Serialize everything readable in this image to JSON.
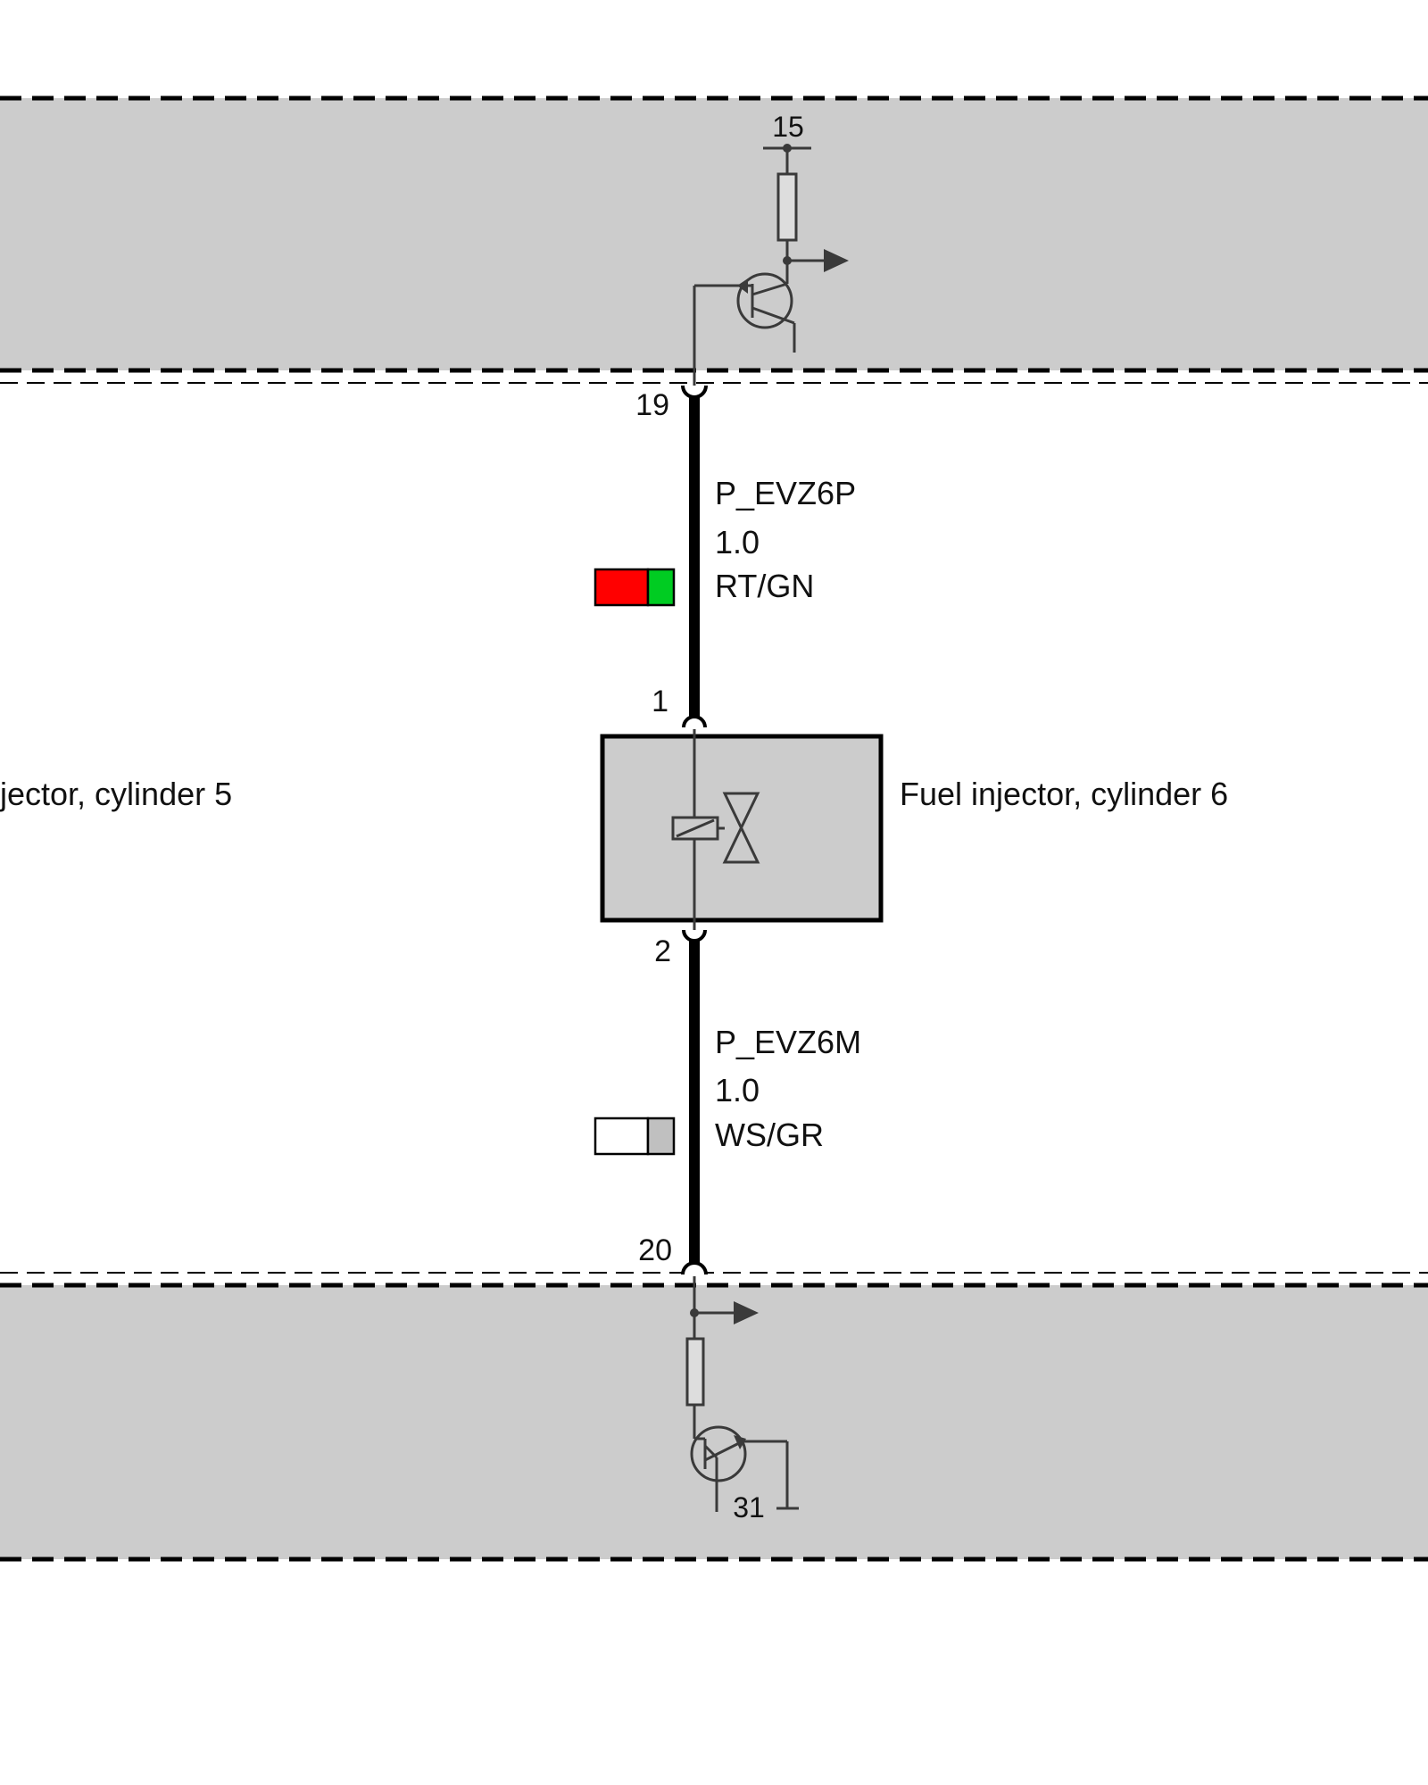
{
  "colors": {
    "module_fill": "#cccccc",
    "wire": "#000000",
    "symbol_stroke": "#3a3a3a",
    "red": "#ff0000",
    "green": "#00cc22",
    "white": "#ffffff",
    "grey": "#c0c0c0"
  },
  "upper_module": {
    "terminal_label": "15",
    "output_icon": "arrow-right-icon"
  },
  "lower_module": {
    "ground_label": "31",
    "output_icon": "arrow-right-icon"
  },
  "component": {
    "label_left_neighbor": "jector, cylinder 5",
    "label": "Fuel injector, cylinder 6",
    "pin_top": "1",
    "pin_bottom": "2",
    "icon": "solenoid-valve-icon"
  },
  "wires": [
    {
      "pin": "19",
      "signal": "P_EVZ6P",
      "gauge": "1.0",
      "color_code": "RT/GN",
      "swatch": [
        "red",
        "green"
      ]
    },
    {
      "pin": "20",
      "signal": "P_EVZ6M",
      "gauge": "1.0",
      "color_code": "WS/GR",
      "swatch": [
        "white",
        "grey"
      ]
    }
  ]
}
